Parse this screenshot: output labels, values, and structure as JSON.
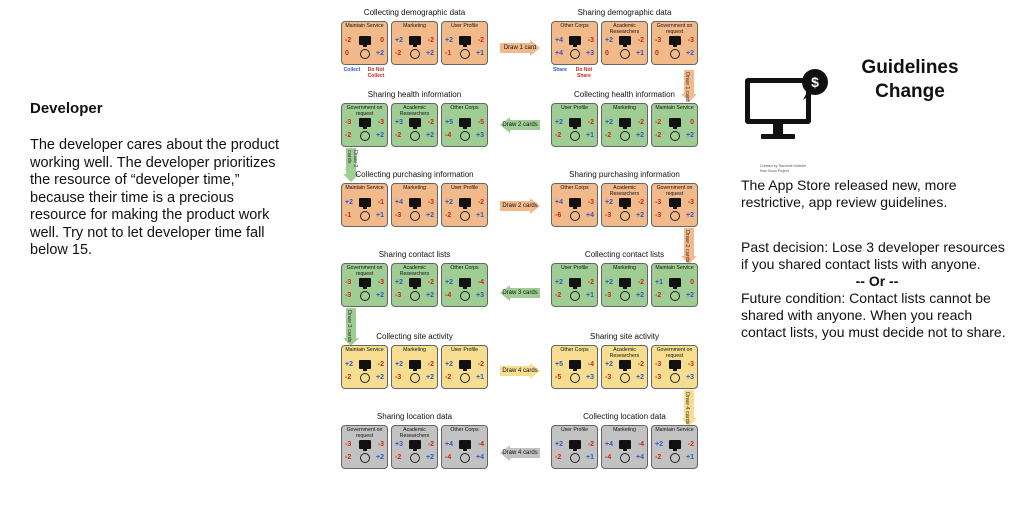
{
  "developer": {
    "heading": "Developer",
    "body": "The developer cares about the product working well. The developer prioritizes the resource of “developer time,” because their time is a precious resource for making the product work well. Try not to let developer time fall below 15."
  },
  "guidelines": {
    "title_line1": "Guidelines",
    "title_line2": "Change",
    "icon_name": "monitor-dollar-icon",
    "icon_credit_line1": "Created by Rachelle Hottebri",
    "icon_credit_line2": "from Noun Project",
    "announcement": "The App Store released new, more restrictive, app review guidelines.",
    "past_decision": "Past decision: Lose 3 developer resources if you shared contact lists with anyone.",
    "or_label": "-- Or --",
    "future_condition": "Future condition: Contact lists cannot be shared with anyone. When you reach contact lists, you must decide not to share."
  },
  "legend": {
    "collect": "Collect",
    "do_not_collect": "Do Not Collect",
    "share": "Share",
    "do_not_share": "Do Not Share",
    "collect_color": "#2f58c8",
    "do_not_color": "#c82a1a"
  },
  "arrows": {
    "draw_1": "Draw 1 card",
    "draw_2": "Draw 2 cards",
    "draw_3": "Draw 3 cards",
    "draw_4": "Draw 4 cards"
  },
  "board": {
    "colors": {
      "orange": "#f2b98b",
      "green": "#9fcd93",
      "yellow": "#f6dd90",
      "gray": "#c2c2c2"
    },
    "rows": [
      {
        "left": {
          "title": "Collecting demographic data",
          "color": "orange",
          "cards": [
            {
              "name": "Maintain Service",
              "v": [
                "-2",
                "0",
                "0",
                "+2"
              ]
            },
            {
              "name": "Marketing",
              "v": [
                "+2",
                "-2",
                "-2",
                "+2"
              ]
            },
            {
              "name": "User Profile",
              "v": [
                "+2",
                "-2",
                "-1",
                "+1"
              ]
            }
          ]
        },
        "right": {
          "title": "Sharing demographic data",
          "color": "orange",
          "cards": [
            {
              "name": "Other Corps",
              "v": [
                "+4",
                "-3",
                "+4",
                "+3"
              ]
            },
            {
              "name": "Academic Researchers",
              "v": [
                "+2",
                "-2",
                "0",
                "+1"
              ]
            },
            {
              "name": "Government on request",
              "v": [
                "-3",
                "-3",
                "0",
                "+2"
              ]
            }
          ]
        }
      },
      {
        "left": {
          "title": "Sharing health information",
          "color": "green",
          "cards": [
            {
              "name": "Government on request",
              "v": [
                "-3",
                "-3",
                "-2",
                "+2"
              ]
            },
            {
              "name": "Academic Researchers",
              "v": [
                "+3",
                "-2",
                "-2",
                "+2"
              ]
            },
            {
              "name": "Other Corps",
              "v": [
                "+5",
                "-5",
                "-4",
                "+3"
              ]
            }
          ]
        },
        "right": {
          "title": "Collecting health information",
          "color": "green",
          "cards": [
            {
              "name": "User Profile",
              "v": [
                "+2",
                "-2",
                "-2",
                "+1"
              ]
            },
            {
              "name": "Marketing",
              "v": [
                "+2",
                "-2",
                "-2",
                "+2"
              ]
            },
            {
              "name": "Maintain Service",
              "v": [
                "-2",
                "0",
                "-2",
                "+2"
              ]
            }
          ]
        }
      },
      {
        "left": {
          "title": "Collecting purchasing information",
          "color": "orange",
          "cards": [
            {
              "name": "Maintain Service",
              "v": [
                "+2",
                "-1",
                "-1",
                "+1"
              ]
            },
            {
              "name": "Marketing",
              "v": [
                "+4",
                "-3",
                "-3",
                "+2"
              ]
            },
            {
              "name": "User Profile",
              "v": [
                "+2",
                "-2",
                "-2",
                "+1"
              ]
            }
          ]
        },
        "right": {
          "title": "Sharing purchasing information",
          "color": "orange",
          "cards": [
            {
              "name": "Other Corps",
              "v": [
                "+4",
                "-3",
                "-6",
                "+4"
              ]
            },
            {
              "name": "Academic Researchers",
              "v": [
                "+2",
                "-2",
                "-3",
                "+2"
              ]
            },
            {
              "name": "Government on request",
              "v": [
                "-3",
                "-3",
                "-3",
                "+2"
              ]
            }
          ]
        }
      },
      {
        "left": {
          "title": "Sharing contact lists",
          "color": "green",
          "cards": [
            {
              "name": "Government on request",
              "v": [
                "-3",
                "-3",
                "-3",
                "+2"
              ]
            },
            {
              "name": "Academic Researchers",
              "v": [
                "+2",
                "-2",
                "-3",
                "+2"
              ]
            },
            {
              "name": "Other Corps",
              "v": [
                "+2",
                "-4",
                "-4",
                "+3"
              ]
            }
          ]
        },
        "right": {
          "title": "Collecting contact lists",
          "color": "green",
          "cards": [
            {
              "name": "User Profile",
              "v": [
                "+2",
                "-2",
                "-2",
                "+1"
              ]
            },
            {
              "name": "Marketing",
              "v": [
                "+2",
                "-2",
                "-3",
                "+2"
              ]
            },
            {
              "name": "Maintain Service",
              "v": [
                "+1",
                "0",
                "-2",
                "+2"
              ]
            }
          ]
        }
      },
      {
        "left": {
          "title": "Collecting site activity",
          "color": "yellow",
          "cards": [
            {
              "name": "Maintain Service",
              "v": [
                "+2",
                "-2",
                "-2",
                "+2"
              ]
            },
            {
              "name": "Marketing",
              "v": [
                "+2",
                "-2",
                "-3",
                "+2"
              ]
            },
            {
              "name": "User Profile",
              "v": [
                "+2",
                "-2",
                "-2",
                "+1"
              ]
            }
          ]
        },
        "right": {
          "title": "Sharing site activity",
          "color": "yellow",
          "cards": [
            {
              "name": "Other Corps",
              "v": [
                "+5",
                "-4",
                "-5",
                "+3"
              ]
            },
            {
              "name": "Academic Researchers",
              "v": [
                "+2",
                "-2",
                "-3",
                "+2"
              ]
            },
            {
              "name": "Government on request",
              "v": [
                "-3",
                "-3",
                "-3",
                "+3"
              ]
            }
          ]
        }
      },
      {
        "left": {
          "title": "Sharing location data",
          "color": "gray",
          "cards": [
            {
              "name": "Government on request",
              "v": [
                "-3",
                "-3",
                "-2",
                "+2"
              ]
            },
            {
              "name": "Academic Researchers",
              "v": [
                "+3",
                "-2",
                "-2",
                "+2"
              ]
            },
            {
              "name": "Other Corps",
              "v": [
                "+4",
                "-4",
                "-4",
                "+4"
              ]
            }
          ]
        },
        "right": {
          "title": "Collecting location data",
          "color": "gray",
          "cards": [
            {
              "name": "User Profile",
              "v": [
                "+2",
                "-2",
                "-2",
                "+1"
              ]
            },
            {
              "name": "Marketing",
              "v": [
                "+4",
                "-4",
                "-4",
                "+4"
              ]
            },
            {
              "name": "Maintain Service",
              "v": [
                "+2",
                "-2",
                "-2",
                "+1"
              ]
            }
          ]
        }
      }
    ]
  }
}
